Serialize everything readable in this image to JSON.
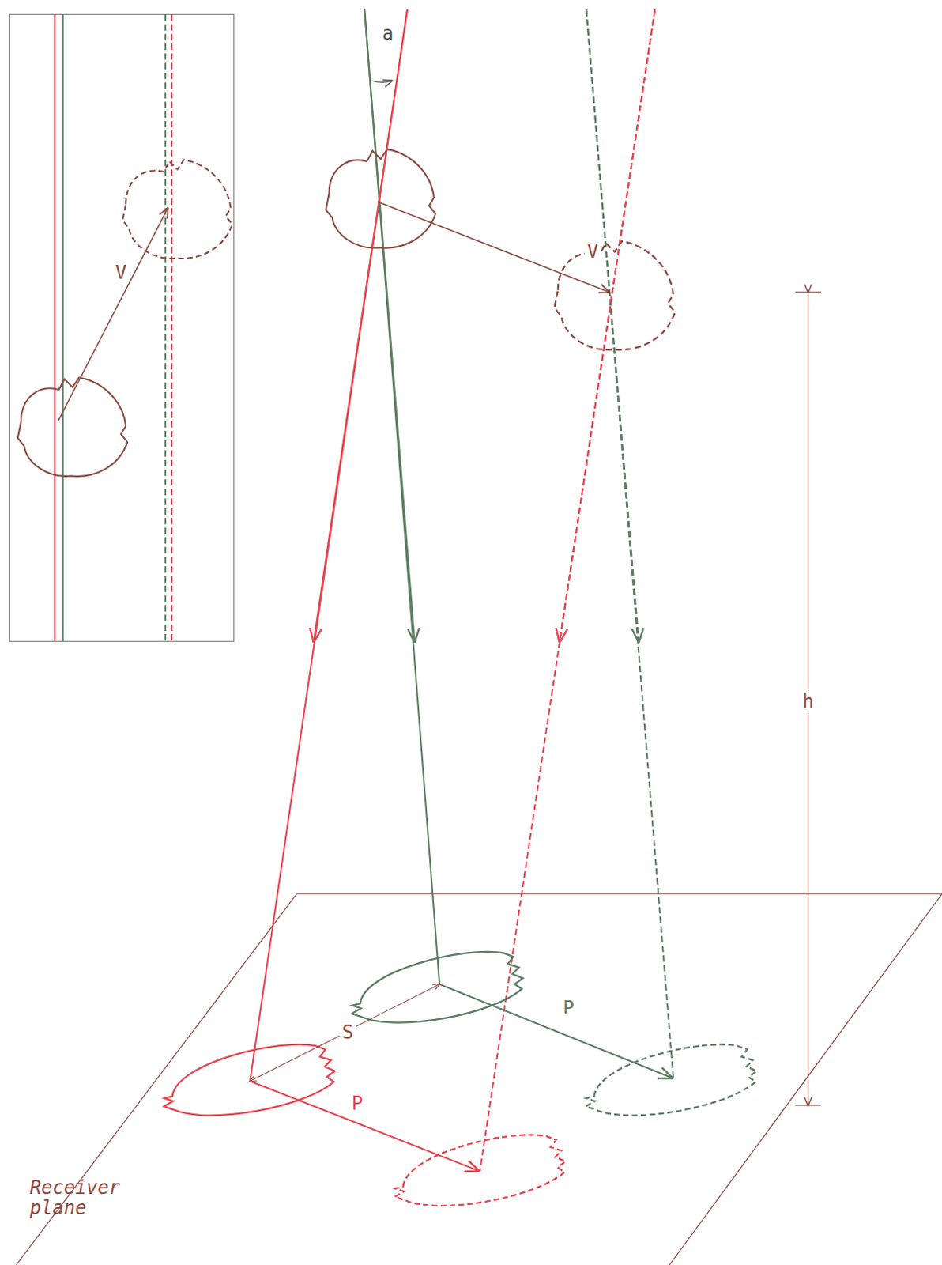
{
  "diagram": {
    "labels": [
      "V",
      "a",
      "V",
      "h",
      "S",
      "P",
      "P",
      "Receiver plane"
    ]
  }
}
